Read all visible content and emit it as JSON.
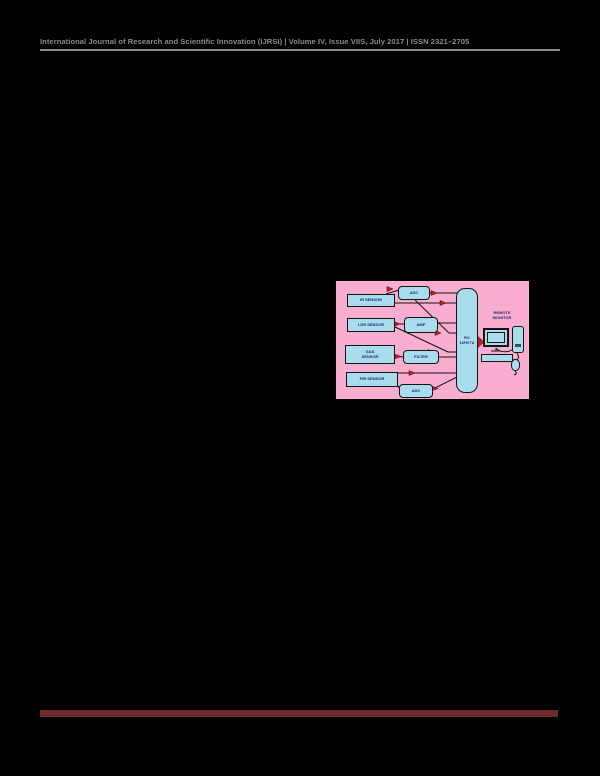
{
  "colors": {
    "page-bg": "#000000",
    "header-gray": "#8a8a8a",
    "figure-pink": "#f9aed0",
    "box-cyan": "#a9dcec",
    "arrow-red": "#c42222",
    "rule-maroon": "#6e2b2b",
    "line-black": "#141414",
    "text-navy": "#1c2a6e"
  },
  "header": {
    "text": "International Journal of Research and Scientific Innovation (IJRSI) | Volume IV, Issue VIIS, July 2017 | ISSN 2321–2705"
  },
  "figure": {
    "sensors": [
      {
        "label": "IR SENSOR"
      },
      {
        "label": "LDR SENSOR"
      },
      {
        "label": "GAS",
        "label2": "SENSOR"
      },
      {
        "label": "PIR SENSOR"
      }
    ],
    "conditioners": [
      {
        "label": "ADC"
      },
      {
        "label": "AMP"
      },
      {
        "label": "FILTER"
      },
      {
        "label": "ADC"
      }
    ],
    "controller": {
      "line1": "PIC",
      "line2": "16F877A"
    },
    "pc": {
      "line1": "REMOTE",
      "line2": "MONITOR"
    }
  }
}
